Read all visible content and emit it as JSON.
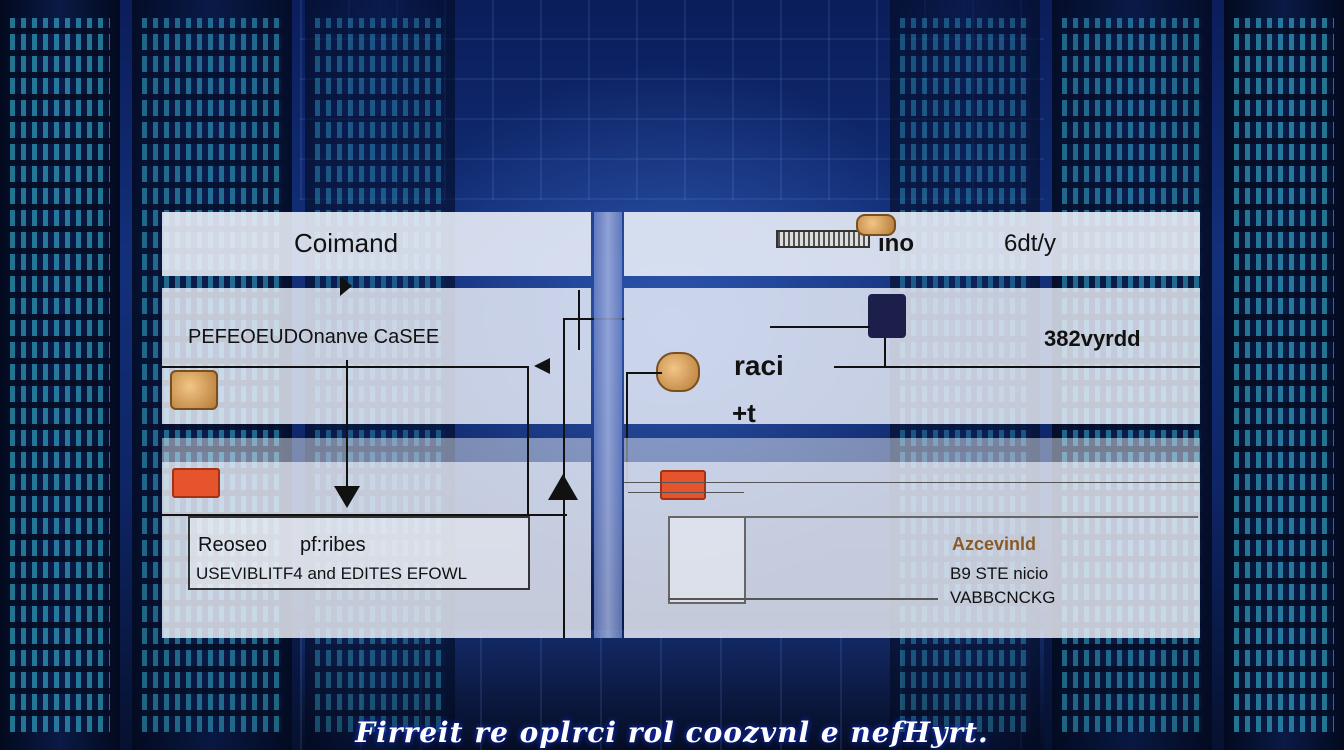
{
  "left_panel": {
    "header": "Coimand",
    "row_label": "PEFEOEUDOnanve CaSEE",
    "box_line1": "Reoseo",
    "box_line1b": "pf:ribes",
    "box_line2": "USEVIBLITF4 and EDITES EFOWL"
  },
  "right_panel": {
    "header_mid": "ino",
    "header_right": "6dt/y",
    "row_right": "382vyrdd",
    "row_left": "raci",
    "small_mark": "+t",
    "side_label1": "Azcevinld",
    "side_label2": "B9 STE nicio",
    "side_label3": "VABBCNCKG"
  },
  "caption": "Firreit re oplrci rol coozvnl e nefHyrt.",
  "colors": {
    "panel": "#eef2fa",
    "accent_orange": "#e5542d",
    "accent_gold": "#d39a55",
    "background": "#0b1d5a"
  }
}
